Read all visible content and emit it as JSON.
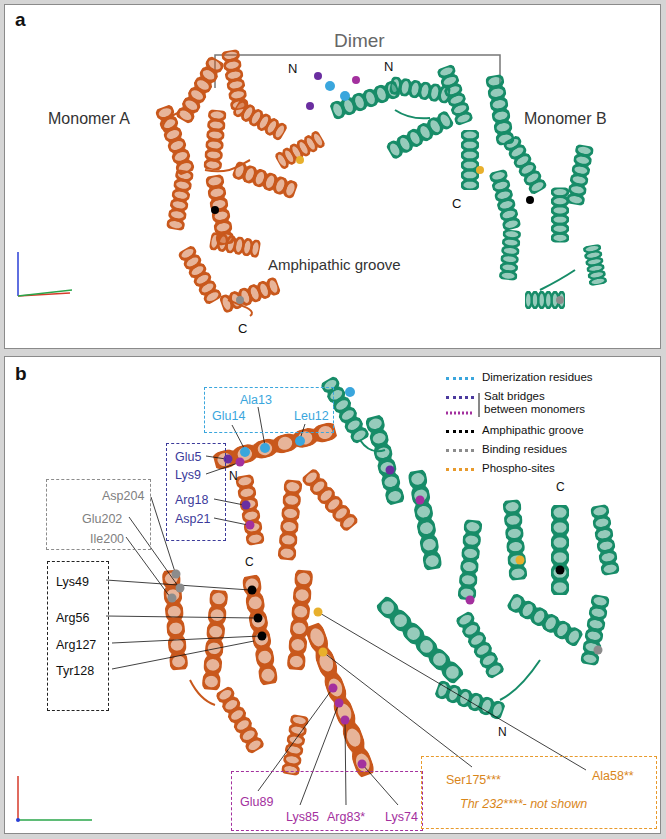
{
  "diagram": {
    "nodes": [
      {
        "text": [
          "a"
        ]
      },
      {
        "text": [
          "b"
        ]
      },
      {
        "text": [
          "Ala13",
          "Glu14",
          "Leu12"
        ],
        "in": 1
      },
      {
        "text": [
          "Glu5",
          "Lys9",
          "Arg18",
          "Asp21"
        ],
        "in": 1
      },
      {
        "text": [
          "Asp204",
          "Glu202",
          "Ile200"
        ],
        "in": 1
      },
      {
        "text": [
          "Lys49",
          "Arg56",
          "Arg127",
          "Tyr128"
        ],
        "in": 1
      },
      {
        "text": [
          "Glu89",
          "Lys85",
          "Arg83*",
          "Lys74"
        ],
        "in": 1
      },
      {
        "text": [
          "Ala58**",
          "Ser175***",
          "Thr 232****- not shown"
        ],
        "in": 1
      }
    ],
    "labels": [
      "Dimer",
      "Monomer A",
      "Monomer B",
      "N",
      "N",
      "C",
      "C",
      "Amphipathic groove",
      "N",
      "C",
      "C",
      "N"
    ],
    "legend": [
      {
        "text": "Dimerization residues",
        "color": "#3aa6dd"
      },
      {
        "text": "Salt bridges between monomers",
        "color": "#4b3a9e"
      },
      {
        "text": "Amphipathic groove",
        "color": "#000000"
      },
      {
        "text": "Binding residues",
        "color": "#8c8c8c"
      },
      {
        "text": "Phospho-sites",
        "color": "#e89a2c"
      }
    ]
  }
}
